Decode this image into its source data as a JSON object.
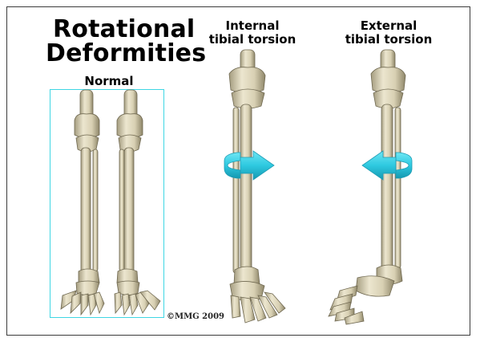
{
  "title": {
    "line1": "Rotational",
    "line2": "Deformities"
  },
  "panels": {
    "normal": {
      "label": "Normal"
    },
    "internal": {
      "line1": "Internal",
      "line2": "tibial torsion"
    },
    "external": {
      "line1": "External",
      "line2": "tibial torsion"
    }
  },
  "copyright": "©MMG 2009",
  "colors": {
    "bone": "#e6dfc6",
    "bone_shade": "#9e9678",
    "arrow": "#2ec9e0",
    "frame_box": "#3fd6e4"
  }
}
